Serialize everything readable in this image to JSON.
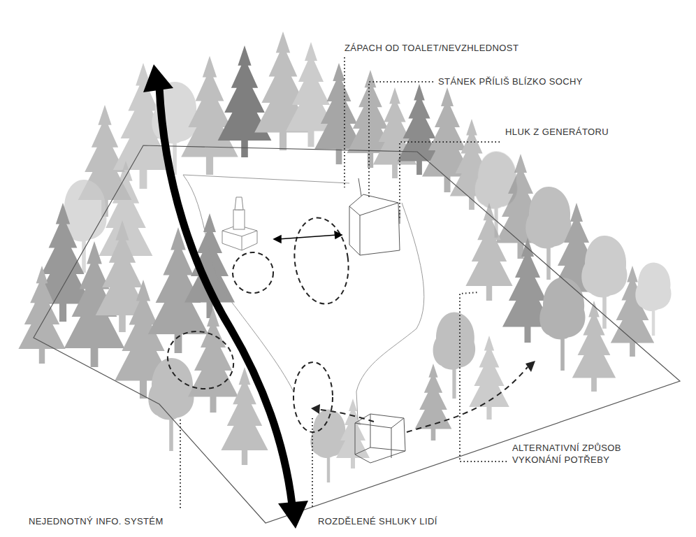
{
  "diagram": {
    "labels": [
      "ZÁPACH OD TOALET/NEVZHLEDNOST",
      "STÁNEK PŘÍLIŠ BLÍZKO SOCHY",
      "HLUK Z GENERÁTORU",
      "ALTERNATIVNÍ ZPŮSOB VYKONÁNÍ POTŘEBY",
      "NEJEDNOTNÝ INFO. SYSTÉM",
      "ROZDĚLENÉ SHLUKY LIDÍ"
    ]
  }
}
